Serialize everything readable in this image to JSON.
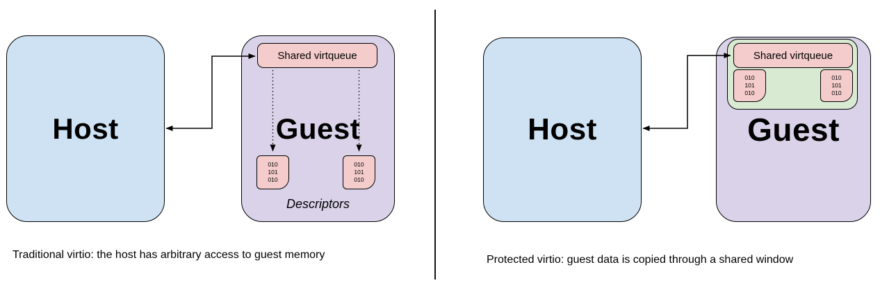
{
  "colors": {
    "host_box": "#cfe2f3",
    "guest_box": "#d9d2e9",
    "memory_box": "#f4cccc",
    "shared_window": "#d9ead3",
    "stroke": "#000000"
  },
  "left_panel": {
    "host_label": "Host",
    "guest_label": "Guest",
    "virtqueue_label": "Shared virtqueue",
    "descriptors_label": "Descriptors",
    "descriptor_boxes": [
      "010\n101\n010",
      "010\n101\n010"
    ],
    "caption": "Traditional virtio: the host has arbitrary access to guest memory"
  },
  "right_panel": {
    "host_label": "Host",
    "guest_label": "Guest",
    "virtqueue_label": "Shared virtqueue",
    "descriptor_boxes": [
      "010\n101\n010",
      "010\n101\n010"
    ],
    "caption": "Protected virtio: guest data is copied through a shared window"
  }
}
